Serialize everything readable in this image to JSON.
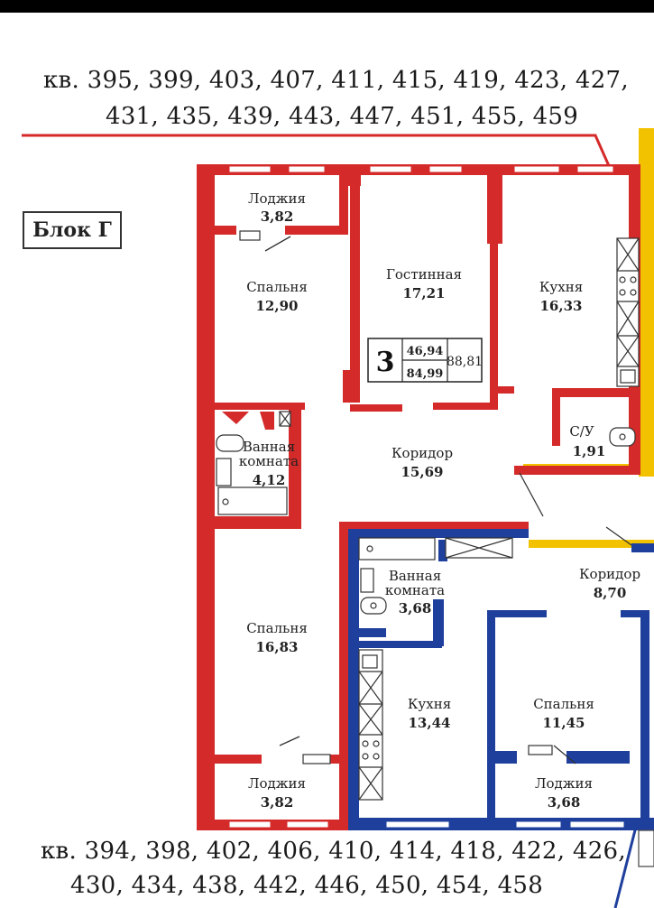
{
  "top_apartments": {
    "line1": "кв. 395, 399, 403, 407, 411, 415, 419, 423, 427,",
    "line2": "431, 435, 439, 443, 447, 451, 455, 459"
  },
  "bottom_apartments": {
    "line1": "кв. 394, 398, 402, 406, 410, 414, 418, 422, 426,",
    "line2": "430, 434, 438, 442, 446, 450, 454, 458"
  },
  "block_label": "Блок Г",
  "colors": {
    "red_apartment": "#d42a2a",
    "blue_apartment": "#1f3f9c",
    "yellow_wall": "#f2c200"
  },
  "summary": {
    "rooms": "3",
    "living_area": "46,94",
    "total_area": "84,99",
    "total_with_loggia": "88,81"
  },
  "rooms": {
    "loggia_top": {
      "name": "Лоджия",
      "area": "3,82"
    },
    "bedroom_top": {
      "name": "Спальня",
      "area": "12,90"
    },
    "living_room": {
      "name": "Гостинная",
      "area": "17,21"
    },
    "kitchen_top": {
      "name": "Кухня",
      "area": "16,33"
    },
    "wc": {
      "name": "С/У",
      "area": "1,91"
    },
    "bathroom_red": {
      "name1": "Ванная",
      "name2": "комната",
      "area": "4,12"
    },
    "corridor_red": {
      "name": "Коридор",
      "area": "15,69"
    },
    "bedroom_bottom": {
      "name": "Спальня",
      "area": "16,83"
    },
    "loggia_bottom_red": {
      "name": "Лоджия",
      "area": "3,82"
    },
    "bathroom_blue": {
      "name1": "Ванная",
      "name2": "комната",
      "area": "3,68"
    },
    "corridor_blue": {
      "name": "Коридор",
      "area": "8,70"
    },
    "kitchen_blue": {
      "name": "Кухня",
      "area": "13,44"
    },
    "bedroom_blue": {
      "name": "Спальня",
      "area": "11,45"
    },
    "loggia_blue": {
      "name": "Лоджия",
      "area": "3,68"
    }
  }
}
